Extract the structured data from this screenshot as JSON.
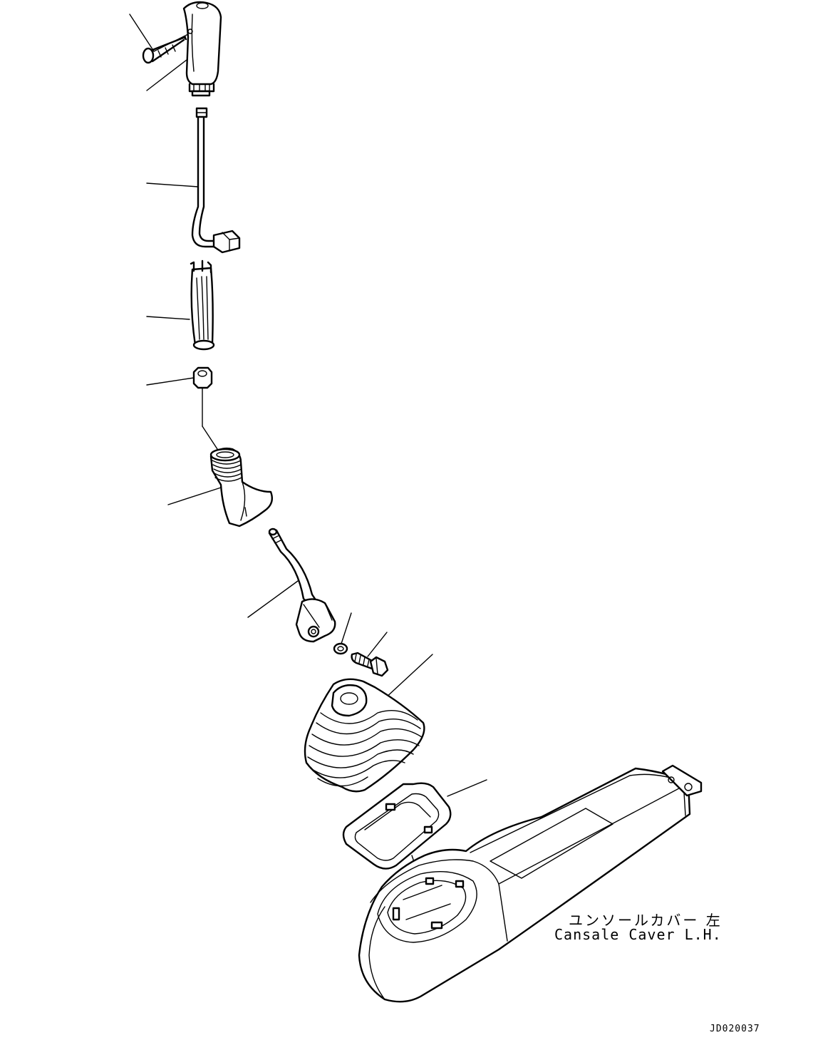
{
  "console_label_jp": "ユンソールカバー 左",
  "console_label_en": "Cansale Caver L.H.",
  "drawing_id": "JD020037"
}
